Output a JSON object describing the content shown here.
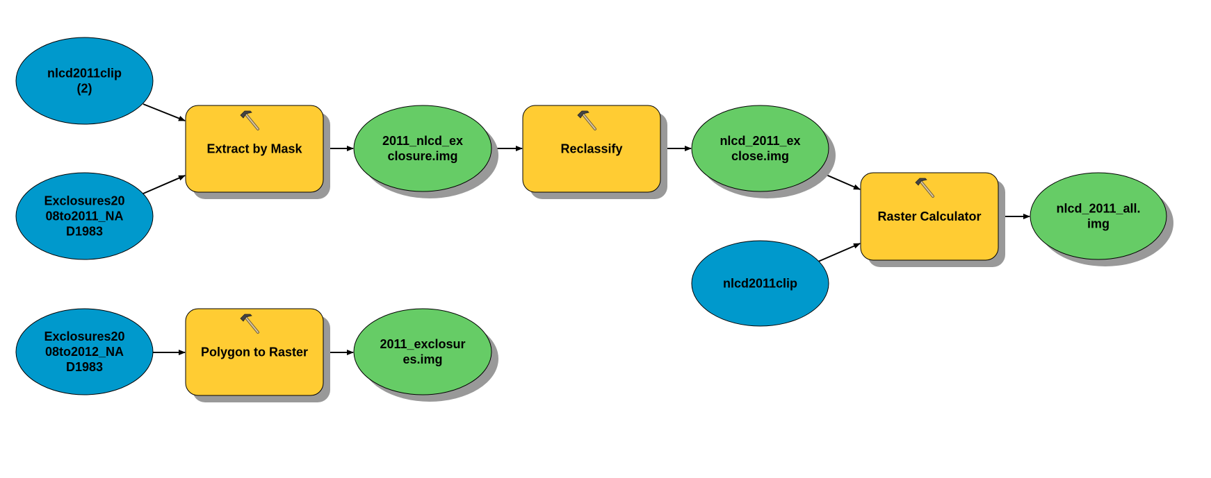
{
  "diagram": {
    "type": "ModelBuilder model",
    "colors": {
      "input_data": "#0099CC",
      "tool": "#FFCC33",
      "derived_data": "#66CC66",
      "shadow": "#999999",
      "connector": "#000000",
      "background": "#FFFFFF"
    },
    "nodes": [
      {
        "id": "in1",
        "kind": "input",
        "lines": [
          "nlcd2011clip",
          "(2)"
        ]
      },
      {
        "id": "in2",
        "kind": "input",
        "lines": [
          "Exclosures20",
          "08to2011_NA",
          "D1983"
        ]
      },
      {
        "id": "tool1",
        "kind": "tool",
        "lines": [
          "Extract by Mask"
        ],
        "icon": "hammer-icon"
      },
      {
        "id": "out1",
        "kind": "derived",
        "lines": [
          "2011_nlcd_ex",
          "closure.img"
        ]
      },
      {
        "id": "tool2",
        "kind": "tool",
        "lines": [
          "Reclassify"
        ],
        "icon": "hammer-icon"
      },
      {
        "id": "out2",
        "kind": "derived",
        "lines": [
          "nlcd_2011_ex",
          "close.img"
        ]
      },
      {
        "id": "in3",
        "kind": "input",
        "lines": [
          "nlcd2011clip"
        ]
      },
      {
        "id": "tool3",
        "kind": "tool",
        "lines": [
          "Raster Calculator"
        ],
        "icon": "hammer-icon"
      },
      {
        "id": "out3",
        "kind": "derived",
        "lines": [
          "nlcd_2011_all.",
          "img"
        ]
      },
      {
        "id": "in4",
        "kind": "input",
        "lines": [
          "Exclosures20",
          "08to2012_NA",
          "D1983"
        ]
      },
      {
        "id": "tool4",
        "kind": "tool",
        "lines": [
          "Polygon to Raster"
        ],
        "icon": "hammer-icon"
      },
      {
        "id": "out4",
        "kind": "derived",
        "lines": [
          "2011_exclosur",
          "es.img"
        ]
      }
    ],
    "edges": [
      {
        "from": "in1",
        "to": "tool1"
      },
      {
        "from": "in2",
        "to": "tool1"
      },
      {
        "from": "tool1",
        "to": "out1"
      },
      {
        "from": "out1",
        "to": "tool2"
      },
      {
        "from": "tool2",
        "to": "out2"
      },
      {
        "from": "out2",
        "to": "tool3"
      },
      {
        "from": "in3",
        "to": "tool3"
      },
      {
        "from": "tool3",
        "to": "out3"
      },
      {
        "from": "in4",
        "to": "tool4"
      },
      {
        "from": "tool4",
        "to": "out4"
      }
    ]
  }
}
